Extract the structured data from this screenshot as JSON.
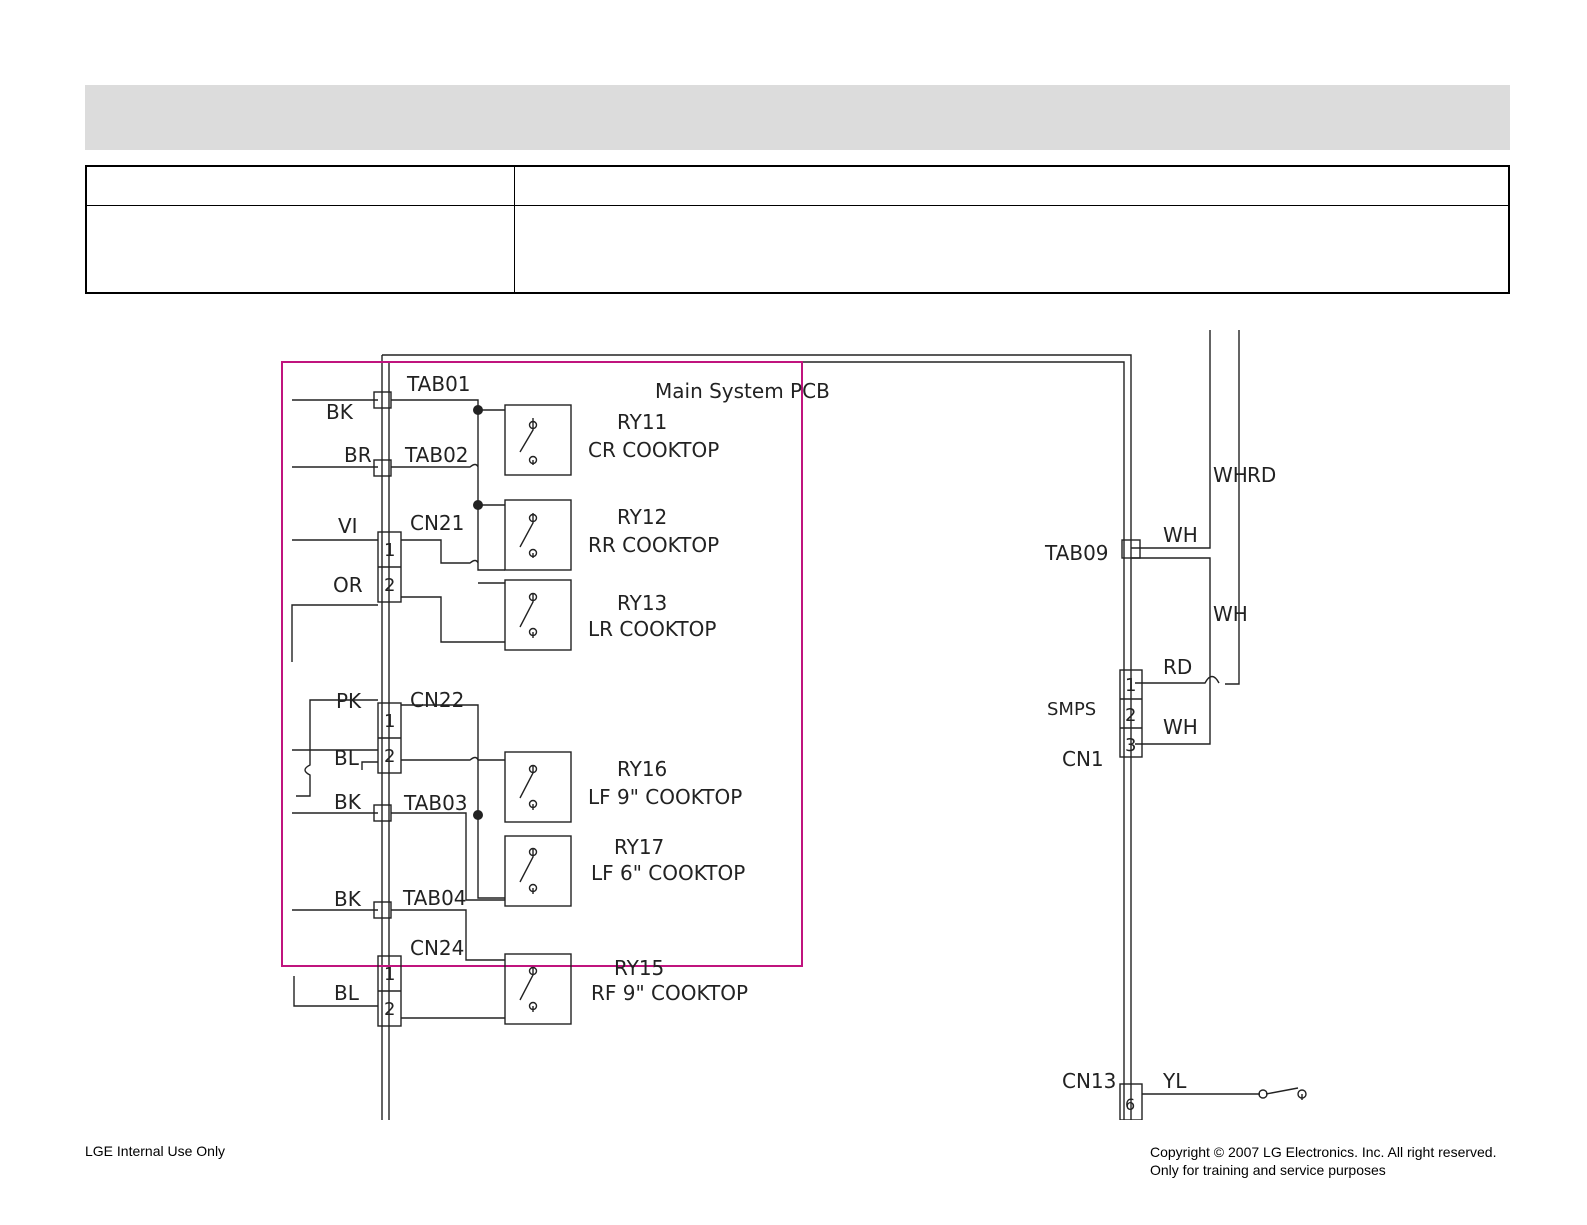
{
  "header": {
    "band_title": ""
  },
  "info_table": {
    "r1c1": "",
    "r1c2": "",
    "r2c1": "",
    "r2c2": ""
  },
  "diagram": {
    "pcb_label": "Main System PCB",
    "terminals": {
      "tab01": "TAB01",
      "tab02": "TAB02",
      "tab03": "TAB03",
      "tab04": "TAB04",
      "tab09": "TAB09",
      "cn21": "CN21",
      "cn22": "CN22",
      "cn24": "CN24",
      "cn1": "CN1",
      "cn13": "CN13",
      "smps": "SMPS"
    },
    "pins": {
      "one": "1",
      "two": "2",
      "three": "3",
      "six": "6"
    },
    "wires": {
      "bk1": "BK",
      "br": "BR",
      "vi": "VI",
      "or": "OR",
      "pk": "PK",
      "bl1": "BL",
      "bk2": "BK",
      "bk3": "BK",
      "bl2": "BL",
      "wh_top": "WH",
      "rd_top": "RD",
      "wh1": "WH",
      "wh2": "WH",
      "rd2": "RD",
      "wh3": "WH",
      "yl": "YL"
    },
    "relays": [
      {
        "id": "RY11",
        "desc": "CR COOKTOP"
      },
      {
        "id": "RY12",
        "desc": "RR COOKTOP"
      },
      {
        "id": "RY13",
        "desc": "LR COOKTOP"
      },
      {
        "id": "RY16",
        "desc": "LF 9\" COOKTOP"
      },
      {
        "id": "RY17",
        "desc": "LF 6\" COOKTOP"
      },
      {
        "id": "RY15",
        "desc": "RF 9\" COOKTOP"
      }
    ],
    "highlight_color": "#c0147e"
  },
  "footer": {
    "left": "LGE Internal Use Only",
    "right_line1": "Copyright © 2007 LG Electronics. Inc. All right reserved.",
    "right_line2": "Only for training and service purposes"
  }
}
